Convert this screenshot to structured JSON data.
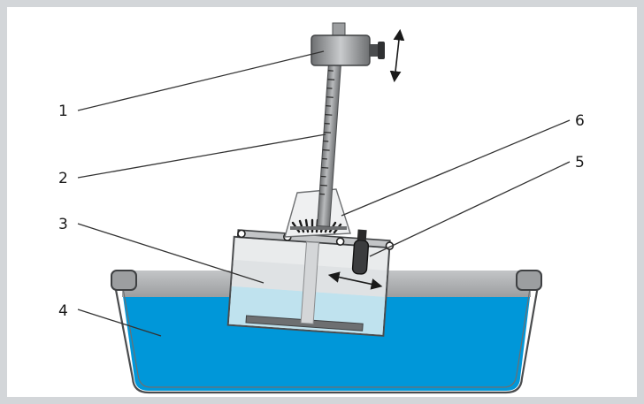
{
  "labels": [
    {
      "id": "1",
      "text": "1"
    },
    {
      "id": "2",
      "text": "2"
    },
    {
      "id": "3",
      "text": "3"
    },
    {
      "id": "4",
      "text": "4"
    },
    {
      "id": "5",
      "text": "5"
    },
    {
      "id": "6",
      "text": "6"
    }
  ],
  "colors": {
    "frame": "#d3d6d9",
    "water": "#0097d9",
    "tub_rim": "#a7a9ac",
    "metal": "#8a8c8e",
    "glass": "#e7e9ea",
    "inner_water": "#bfe2ee",
    "leader": "#333333"
  },
  "icons": [
    "vertical-double-arrow-icon",
    "horizontal-double-arrow-icon"
  ]
}
